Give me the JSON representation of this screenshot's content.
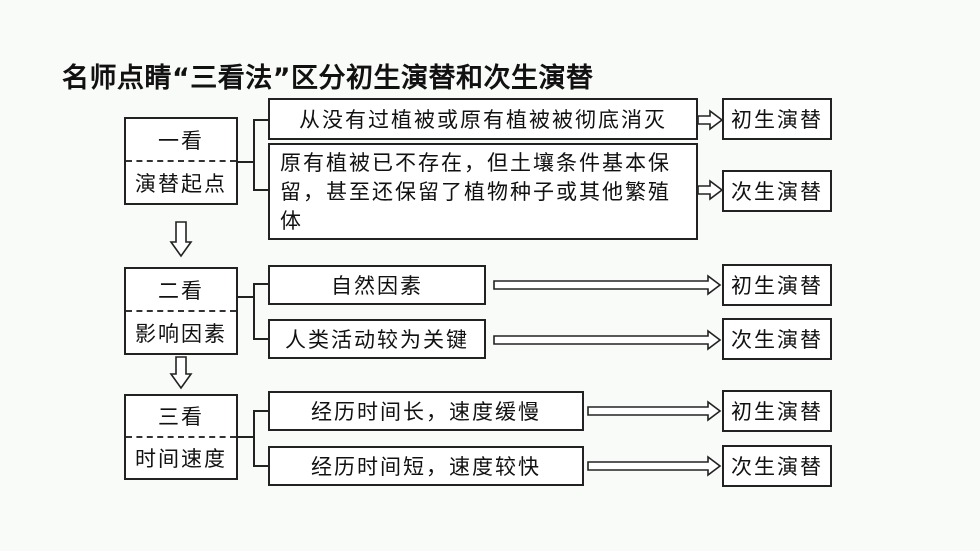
{
  "title": "名师点睛“三看法”区分初生演替和次生演替",
  "groups": [
    {
      "head_top": "一看",
      "head_bottom": "演替起点",
      "conditions": [
        {
          "text": "从没有过植被或原有植被被彻底消灭",
          "result": "初生演替"
        },
        {
          "text": "原有植被已不存在，但土壤条件基本保留，甚至还保留了植物种子或其他繁殖体",
          "result": "次生演替"
        }
      ]
    },
    {
      "head_top": "二看",
      "head_bottom": "影响因素",
      "conditions": [
        {
          "text": "自然因素",
          "result": "初生演替"
        },
        {
          "text": "人类活动较为关键",
          "result": "次生演替"
        }
      ]
    },
    {
      "head_top": "三看",
      "head_bottom": "时间速度",
      "conditions": [
        {
          "text": "经历时间长，速度缓慢",
          "result": "初生演替"
        },
        {
          "text": "经历时间短，速度较快",
          "result": "次生演替"
        }
      ]
    }
  ]
}
